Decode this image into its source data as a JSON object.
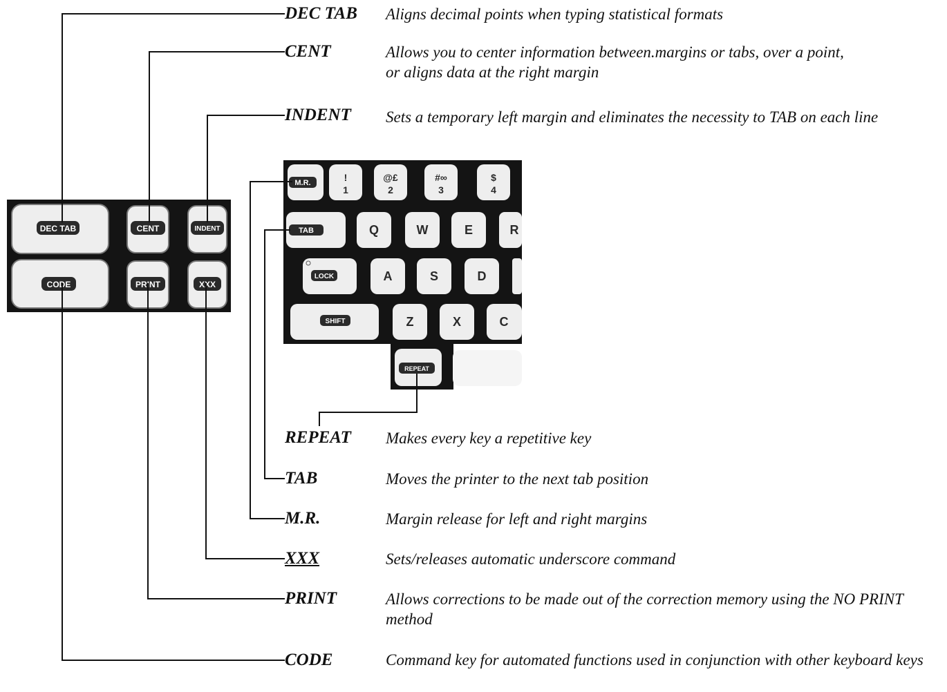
{
  "callouts": [
    {
      "label": "DEC TAB",
      "description": "Aligns decimal points when typing statistical formats"
    },
    {
      "label": "CENT",
      "description": "Allows you to center information between.margins or tabs, over a point, or aligns data at the right margin"
    },
    {
      "label": "INDENT",
      "description": "Sets a temporary left margin and eliminates the necessity to TAB on each line"
    },
    {
      "label": "REPEAT",
      "description": "Makes every key a repetitive key"
    },
    {
      "label": "TAB",
      "description": "Moves the printer to the next tab position"
    },
    {
      "label": "M.R.",
      "description": "Margin release for left and right margins"
    },
    {
      "label": "XXX",
      "description": "Sets/releases automatic underscore command"
    },
    {
      "label": "PRINT",
      "description": "Allows corrections to be made out of the correction memory using the NO PRINT method"
    },
    {
      "label": "CODE",
      "description": "Command key for automated functions used in conjunction with other keyboard keys"
    }
  ],
  "function_keys": {
    "top_row": [
      "DEC TAB",
      "CENT",
      "INDENT"
    ],
    "bottom_row": [
      "CODE",
      "PRINT",
      "XXX"
    ]
  },
  "keyboard": {
    "row1": [
      "M.R.",
      "!\n1",
      "@£\n2",
      "#∞\n3",
      "$\n4"
    ],
    "row2": [
      "TAB",
      "Q",
      "W",
      "E",
      "R"
    ],
    "row3": [
      "LOCK",
      "A",
      "S",
      "D"
    ],
    "row4": [
      "SHIFT",
      "Z",
      "X",
      "C"
    ],
    "row5": [
      "REPEAT"
    ]
  },
  "colors": {
    "ink": "#111111",
    "panel": "#141414",
    "key": "#eeeeee",
    "keylabel": "#2a2a2a"
  }
}
